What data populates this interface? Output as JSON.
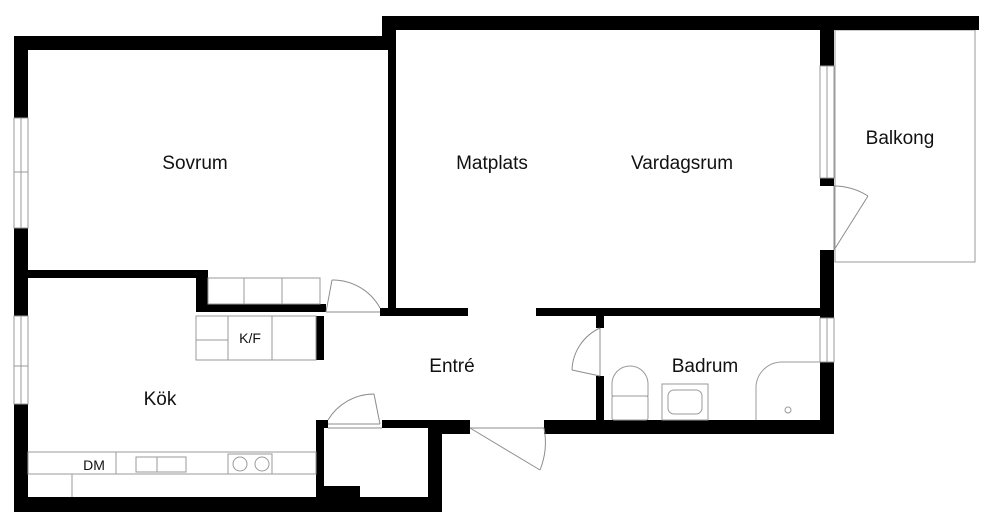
{
  "plan": {
    "rooms": {
      "sovrum": "Sovrum",
      "matplats": "Matplats",
      "vardagsrum": "Vardagsrum",
      "balkong": "Balkong",
      "kok": "Kök",
      "entre": "Entré",
      "badrum": "Badrum"
    },
    "fixtures": {
      "fridge_freezer": "K/F",
      "dishwasher": "DM"
    }
  }
}
